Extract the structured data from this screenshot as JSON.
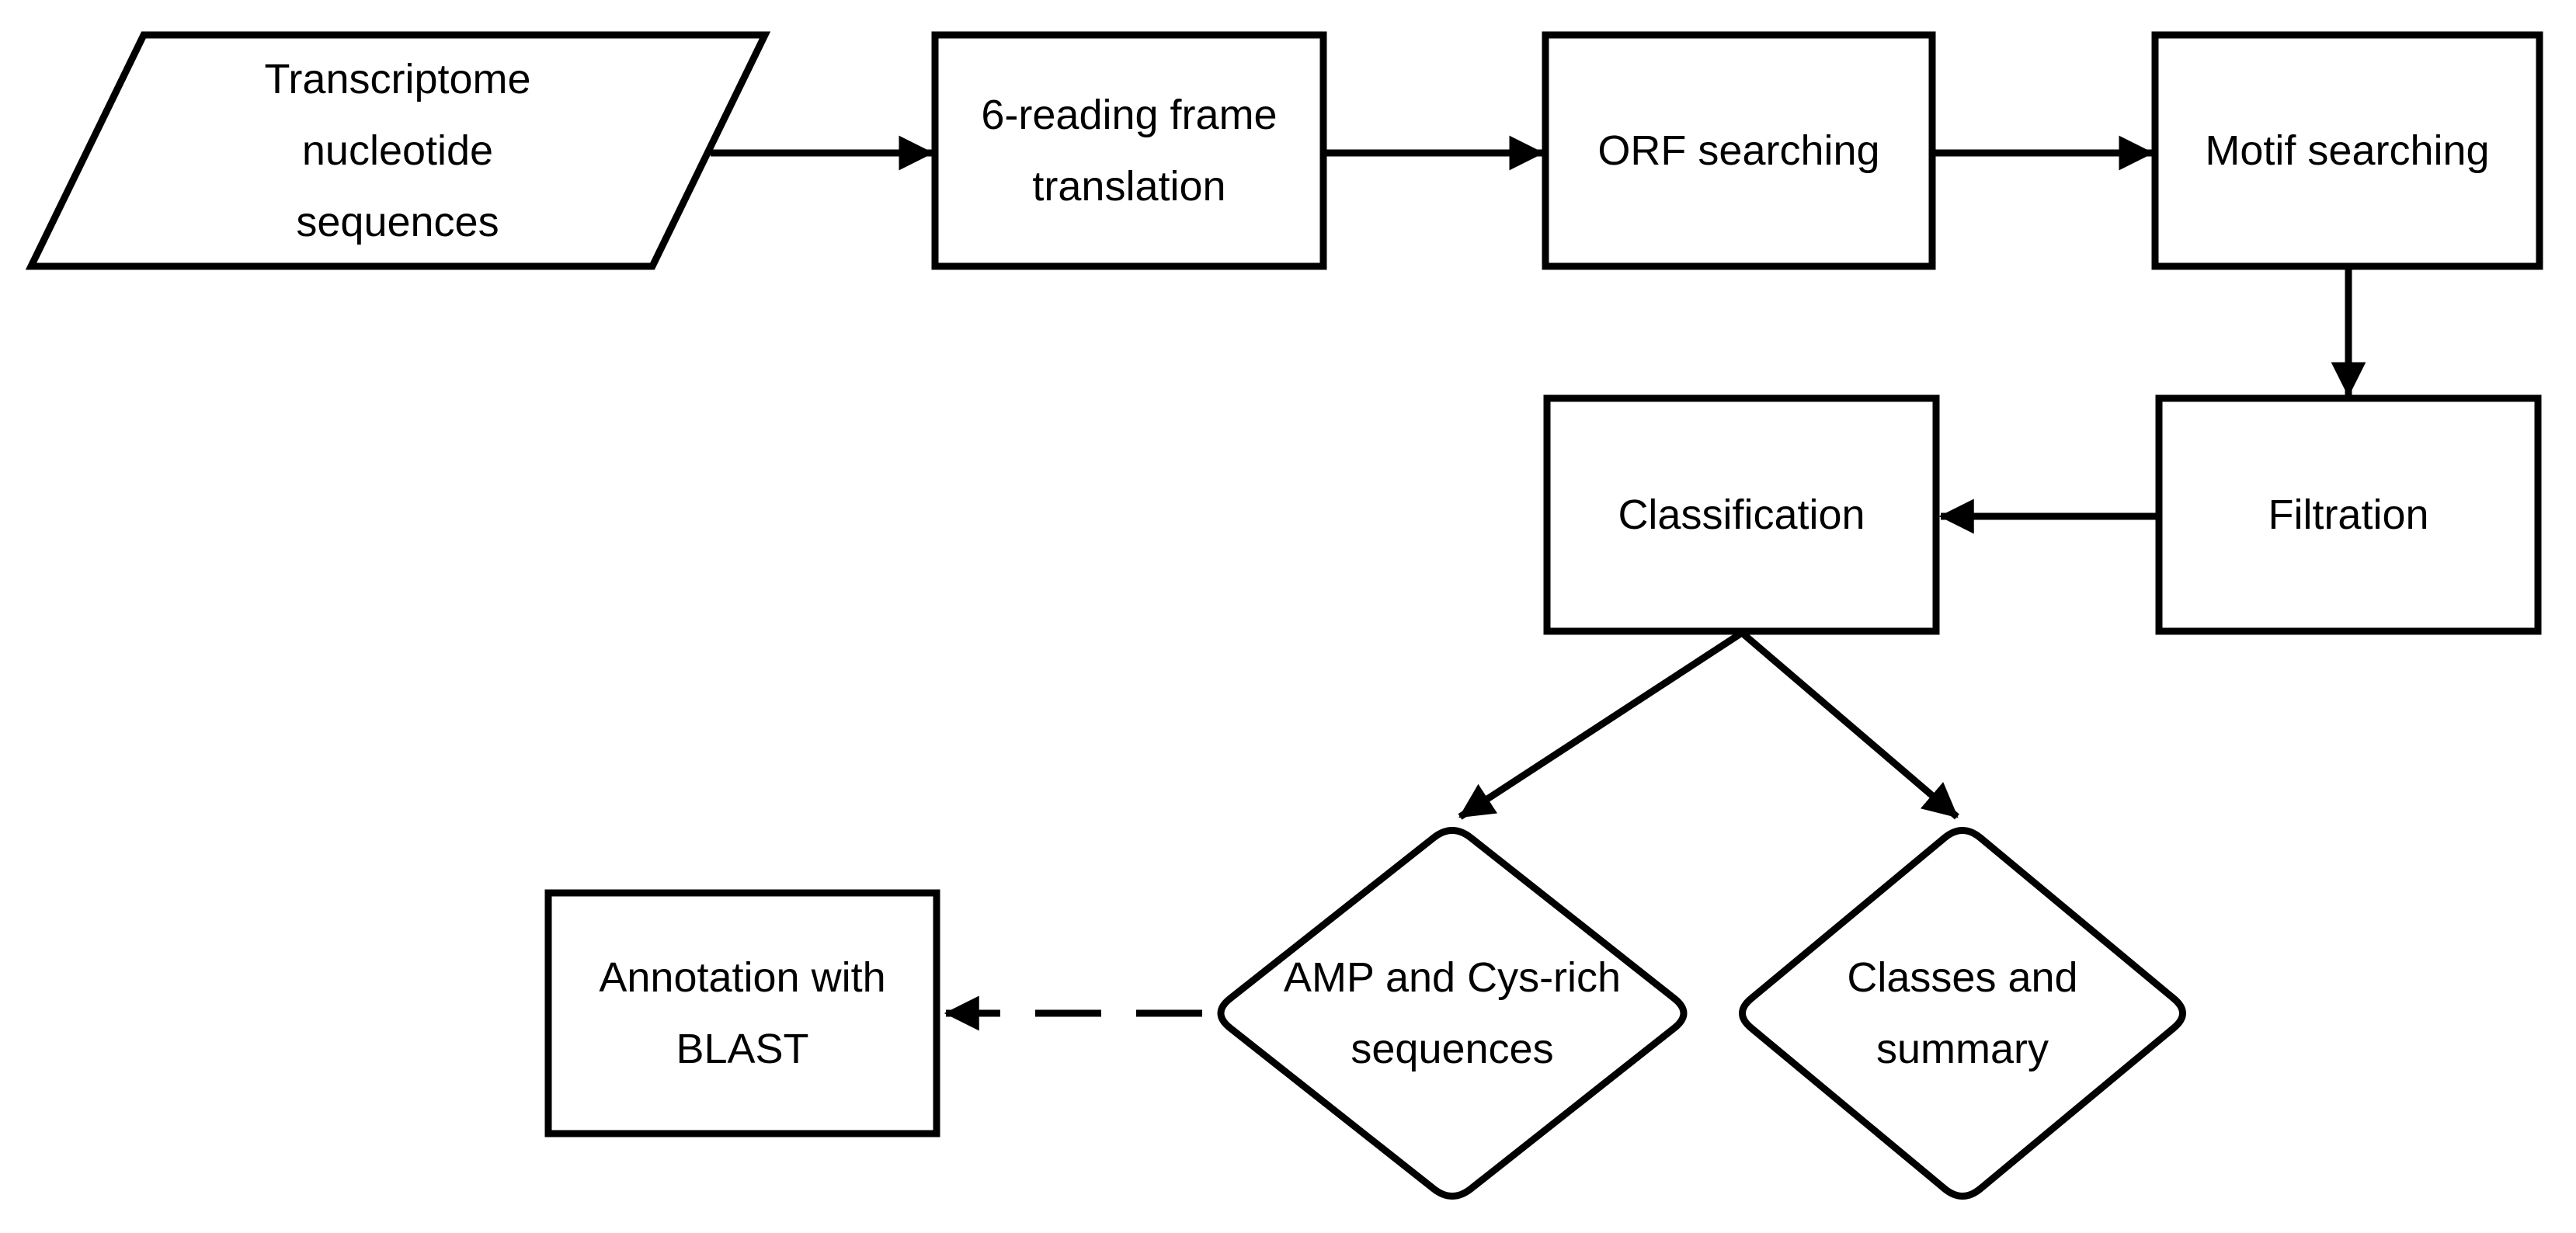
{
  "figure": {
    "background_color": "#ffffff",
    "stroke_color": "#000000",
    "node_fill_color": "#ffffff"
  },
  "nodes": {
    "input": {
      "label": "Transcriptome\nnucleotide\nsequences",
      "shape": "parallelogram"
    },
    "translation": {
      "label": "6-reading frame\ntranslation",
      "shape": "rectangle"
    },
    "orf_search": {
      "label": "ORF searching",
      "shape": "rectangle"
    },
    "motif_search": {
      "label": "Motif searching",
      "shape": "rectangle"
    },
    "filtration": {
      "label": "Filtration",
      "shape": "rectangle"
    },
    "classification": {
      "label": "Classification",
      "shape": "rectangle"
    },
    "amp_output": {
      "label": "AMP and Cys-rich\nsequences",
      "shape": "diamond"
    },
    "classes_output": {
      "label": "Classes and\nsummary",
      "shape": "diamond"
    },
    "annotation": {
      "label": "Annotation with\nBLAST",
      "shape": "rectangle"
    }
  },
  "edges": [
    {
      "from": "input",
      "to": "translation",
      "style": "solid"
    },
    {
      "from": "translation",
      "to": "orf_search",
      "style": "solid"
    },
    {
      "from": "orf_search",
      "to": "motif_search",
      "style": "solid"
    },
    {
      "from": "motif_search",
      "to": "filtration",
      "style": "solid"
    },
    {
      "from": "filtration",
      "to": "classification",
      "style": "solid"
    },
    {
      "from": "classification",
      "to": "amp_output",
      "style": "solid"
    },
    {
      "from": "classification",
      "to": "classes_output",
      "style": "solid"
    },
    {
      "from": "amp_output",
      "to": "annotation",
      "style": "dashed"
    }
  ]
}
